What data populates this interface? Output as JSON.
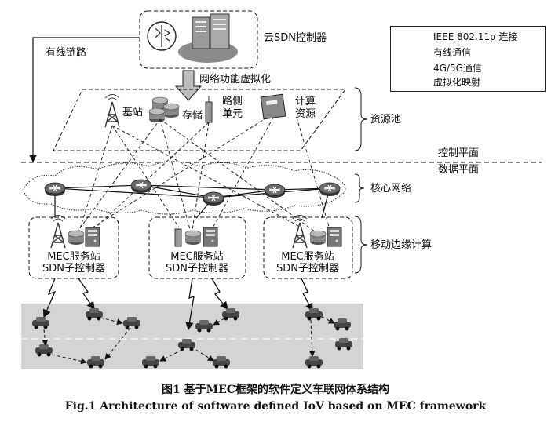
{
  "cloud_controller": {
    "label": "云SDN控制器"
  },
  "wired_link": {
    "label": "有线链路"
  },
  "nfv": {
    "label": "网络功能虚拟化"
  },
  "resource_pool": {
    "base_station": "基站",
    "storage": "存储",
    "rsu_line1": "路侧",
    "rsu_line2": "单元",
    "compute_line1": "计算",
    "compute_line2": "资源",
    "brace_label": "资源池"
  },
  "planes": {
    "control": "控制平面",
    "data": "数据平面"
  },
  "core_network": {
    "label": "核心网络"
  },
  "mec": {
    "brace_label": "移动边缘计算",
    "nodes": [
      {
        "line1": "MEC服务站",
        "line2": "SDN子控制器"
      },
      {
        "line1": "MEC服务站",
        "line2": "SDN子控制器"
      },
      {
        "line1": "MEC服务站",
        "line2": "SDN子控制器"
      }
    ]
  },
  "legend": {
    "items": [
      {
        "label": "IEEE 802.11p 连接",
        "style": "dashed-arrow"
      },
      {
        "label": "有线通信",
        "style": "solid"
      },
      {
        "label": "4G/5G通信",
        "style": "zigzag"
      },
      {
        "label": "虚拟化映射",
        "style": "dashed"
      }
    ]
  },
  "caption": {
    "cn": "图1   基于MEC框架的软件定义车联网体系结构",
    "en": "Fig.1   Architecture of software defined IoV based on MEC framework"
  },
  "colors": {
    "road": "#d4d4d4",
    "router": "#555555",
    "line": "#111111"
  }
}
